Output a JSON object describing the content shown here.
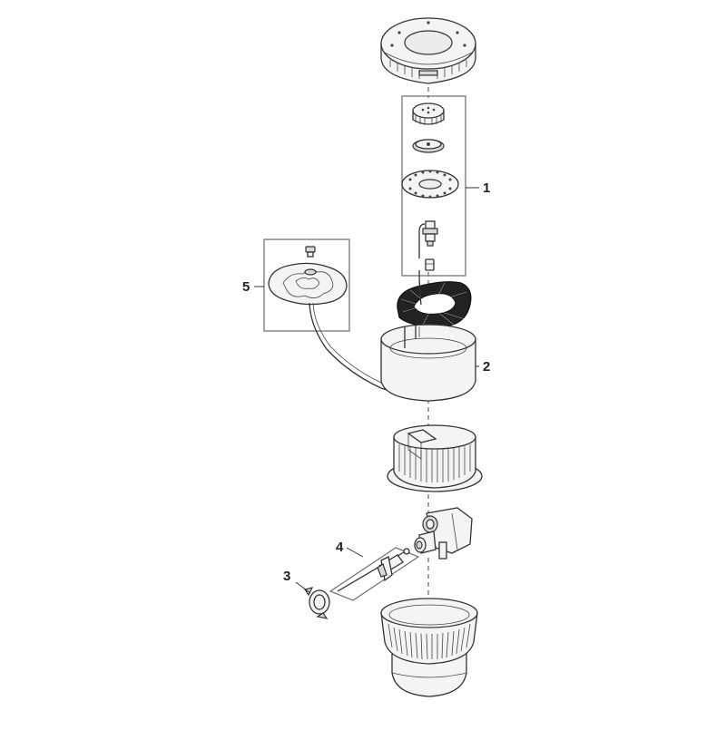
{
  "callouts": {
    "c1": "1",
    "c2": "2",
    "c3": "3",
    "c4": "4",
    "c5": "5"
  },
  "colors": {
    "line": "#333333",
    "fill": "#f4f4f4",
    "foam": "#222222"
  }
}
